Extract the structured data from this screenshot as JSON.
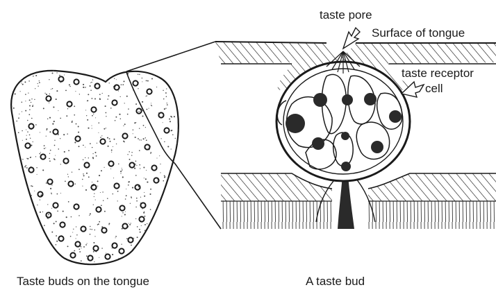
{
  "labels": {
    "taste_pore": "taste pore",
    "surface_of_tongue": "Surface of tongue",
    "taste_receptor_cell_line1": "taste receptor",
    "taste_receptor_cell_line2": "cell"
  },
  "captions": {
    "left": "Taste buds on the tongue",
    "right": "A taste bud"
  },
  "colors": {
    "ink": "#1a1a1a",
    "background": "#ffffff"
  }
}
